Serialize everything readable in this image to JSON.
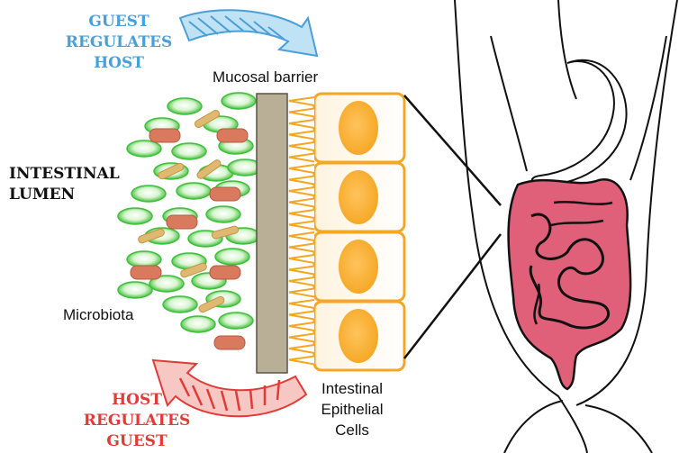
{
  "labels": {
    "guest": {
      "line1": "GUEST",
      "line2": "REGULATES",
      "line3": "HOST"
    },
    "host": {
      "line1": "HOST",
      "line2": "REGULATES",
      "line3": "GUEST"
    },
    "lumen": {
      "line1": "INTESTINAL",
      "line2": "LUMEN"
    },
    "mucosal_barrier": "Mucosal barrier",
    "microbiota": "Microbiota",
    "epithelial": {
      "line1": "Intestinal",
      "line2": "Epithelial",
      "line3": "Cells"
    }
  },
  "colors": {
    "guest_arrow": "#4a9fd6",
    "host_arrow": "#e03b37",
    "bacteria_green": "#3fbf3a",
    "bacteria_red": "#d97a5e",
    "bacteria_yellow": "#e0b870",
    "epithelial_orange": "#f5a623",
    "barrier_tan": "#b9ae96",
    "intestine_pink": "#e0607a"
  }
}
